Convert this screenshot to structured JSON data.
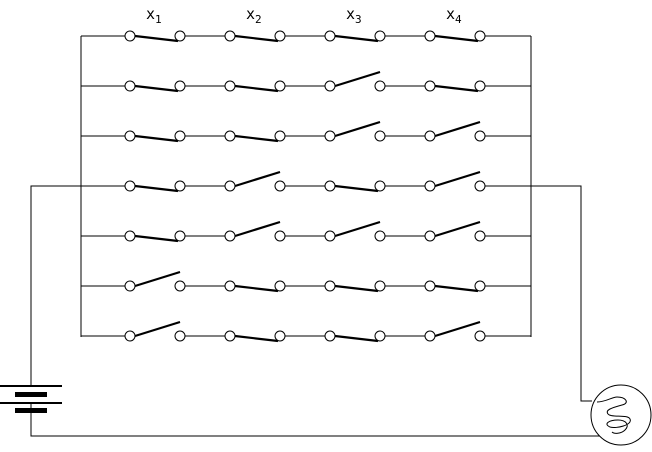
{
  "diagram": {
    "columns": [
      {
        "name": "x",
        "sub": "1"
      },
      {
        "name": "x",
        "sub": "2"
      },
      {
        "name": "x",
        "sub": "3"
      },
      {
        "name": "x",
        "sub": "4"
      }
    ],
    "rows": [
      {
        "switches": [
          1,
          1,
          1,
          1
        ]
      },
      {
        "switches": [
          1,
          1,
          0,
          1
        ]
      },
      {
        "switches": [
          1,
          1,
          0,
          0
        ]
      },
      {
        "switches": [
          1,
          0,
          1,
          0
        ]
      },
      {
        "switches": [
          1,
          0,
          0,
          0
        ]
      },
      {
        "switches": [
          0,
          1,
          1,
          1
        ]
      },
      {
        "switches": [
          0,
          1,
          1,
          0
        ]
      }
    ],
    "switch_state_legend": {
      "1": "closed",
      "0": "open"
    },
    "components": [
      "battery",
      "lamp"
    ],
    "line_color": "#000000",
    "background": "#ffffff"
  }
}
